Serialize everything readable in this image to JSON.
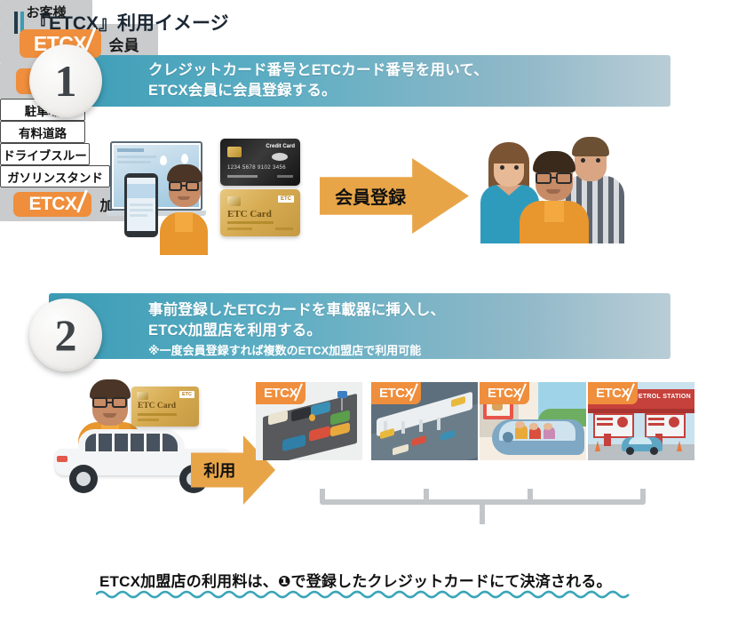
{
  "title": {
    "text": "『ETCX』利用イメージ",
    "bar_dark_color": "#243a4d",
    "bar_teal_color": "#3a9cb5"
  },
  "brand": {
    "name": "ETCX",
    "logo_color": "#ef8e3c",
    "banner_gradient_from": "#3a9cb5",
    "banner_gradient_to": "#b9cdd6",
    "arrow_color": "#e8a548",
    "connector_color": "#c3c6c9"
  },
  "steps": [
    {
      "number": "1",
      "lines": [
        "クレジットカード番号とETCカード番号を用いて、",
        "ETCX会員に会員登録する。"
      ],
      "note": "",
      "customer_label": "お客様",
      "arrow_label": "会員登録",
      "member_label": "会員",
      "cards": {
        "credit": {
          "brand": "Credit Card",
          "number": "1234 5678 9102 3456"
        },
        "etc": {
          "brand": "ETC Card",
          "badge": "ETC"
        }
      }
    },
    {
      "number": "2",
      "lines": [
        "事前登録したETCカードを車載器に挿入し、",
        "ETCX加盟店を利用する。"
      ],
      "note": "※一度会員登録すれば複数のETCX加盟店で利用可能",
      "member_label": "会員",
      "arrow_label": "利用",
      "card_label": "ETC Card",
      "card_badge": "ETC",
      "merchant_label": "加盟店",
      "venues": [
        {
          "badge": "ETCX",
          "label": "駐車場",
          "scene": "parking-lot"
        },
        {
          "badge": "ETCX",
          "label": "有料道路",
          "scene": "toll-gate"
        },
        {
          "badge": "ETCX",
          "label": "ドライブスルー",
          "scene": "drive-through"
        },
        {
          "badge": "ETCX",
          "label": "ガソリンスタンド",
          "scene": "petrol-station",
          "sign": "PETROL STATION"
        }
      ]
    }
  ],
  "caption": "ETCX加盟店の利用料は、❶で登録したクレジットカードにて決済される。"
}
